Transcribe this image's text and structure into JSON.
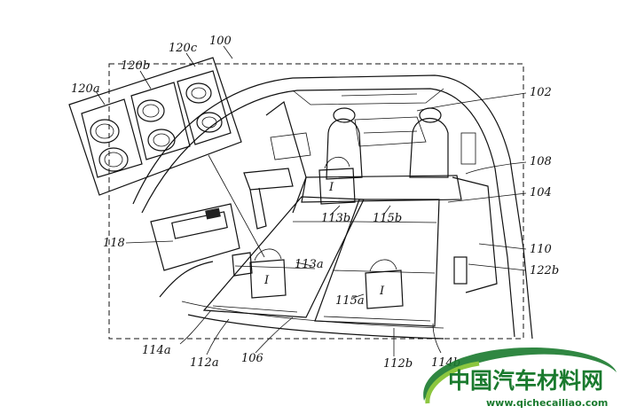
{
  "figure": {
    "labels": {
      "l100": "100",
      "l120c": "120c",
      "l120b": "120b",
      "l120a": "120a",
      "l102": "102",
      "l108": "108",
      "l104": "104",
      "l110": "110",
      "l122b": "122b",
      "l118": "118",
      "l113b": "113b",
      "l115b": "115b",
      "l113a": "113a",
      "l115a": "115a",
      "l114a": "114a",
      "l112a": "112a",
      "l106": "106",
      "l112b": "112b",
      "l114b": "114b",
      "bagI1": "I",
      "bagI2": "I",
      "bagI3": "I"
    }
  },
  "watermark": {
    "cn": "中国汽车材料网",
    "url": "www.qichecailiao.com",
    "color": "#1a7a2e"
  }
}
